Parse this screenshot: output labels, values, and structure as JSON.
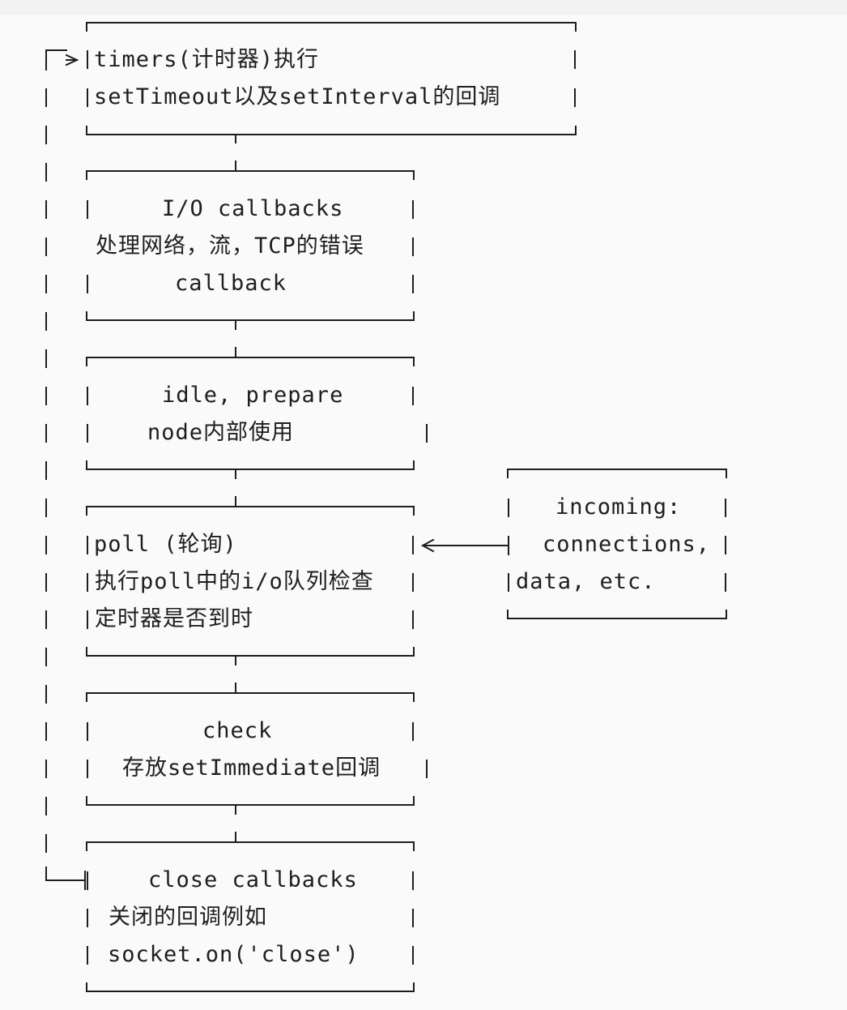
{
  "boxes": {
    "timers": {
      "line1": "timers(计时器)执行",
      "line2": "setTimeout以及setInterval的回调"
    },
    "io": {
      "line1": "I/O callbacks",
      "line2": "处理网络，流，TCP的错误",
      "line3": "callback"
    },
    "idle": {
      "line1": "idle, prepare",
      "line2": "node内部使用"
    },
    "poll": {
      "line1": "poll (轮询)",
      "line2": "执行poll中的i/o队列检查",
      "line3": "定时器是否到时"
    },
    "check": {
      "line1": "check",
      "line2": "存放setImmediate回调"
    },
    "close": {
      "line1": "close callbacks",
      "line2": "关闭的回调例如",
      "line3": "socket.on('close')"
    },
    "incoming": {
      "line1": "incoming:",
      "line2": "connections,",
      "line3": "data, etc."
    }
  },
  "colors": {
    "line": "#1e1e1e",
    "text": "#1e1e1e",
    "background": "#fafafa"
  }
}
